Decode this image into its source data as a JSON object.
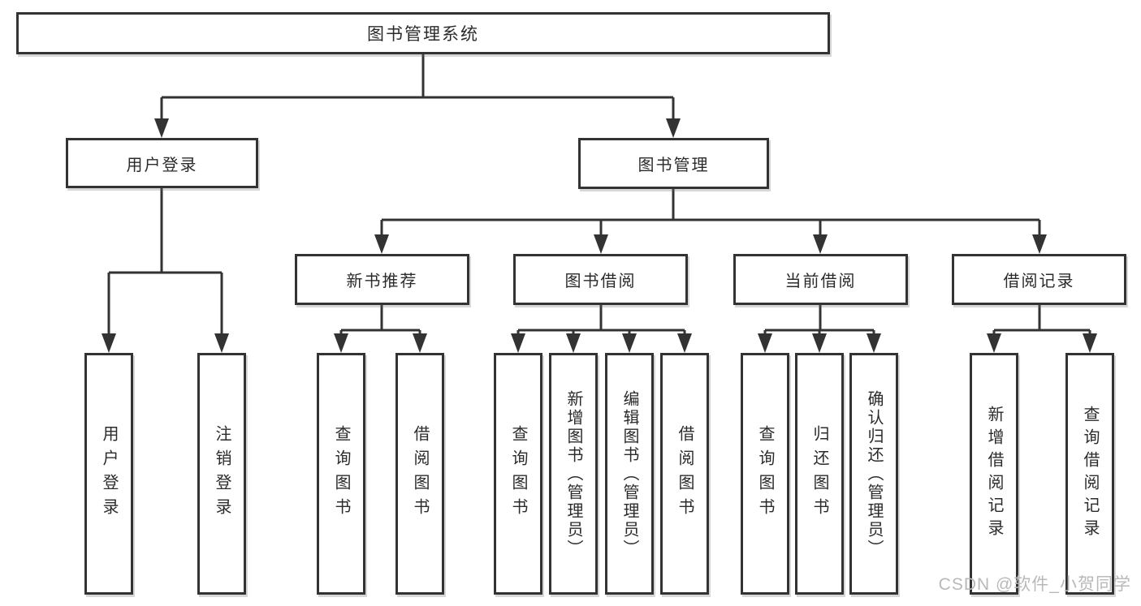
{
  "tree": {
    "root": {
      "label": "图书管理系统"
    },
    "children": [
      {
        "label": "用户登录",
        "children": [
          {
            "label": "用户登录"
          },
          {
            "label": "注销登录"
          }
        ]
      },
      {
        "label": "图书管理",
        "children": [
          {
            "label": "新书推荐",
            "children": [
              {
                "label": "查询图书"
              },
              {
                "label": "借阅图书"
              }
            ]
          },
          {
            "label": "图书借阅",
            "children": [
              {
                "label": "查询图书"
              },
              {
                "label": "新增图书（管理员）"
              },
              {
                "label": "编辑图书（管理员）"
              },
              {
                "label": "借阅图书"
              }
            ]
          },
          {
            "label": "当前借阅",
            "children": [
              {
                "label": "查询图书"
              },
              {
                "label": "归还图书"
              },
              {
                "label": "确认归还（管理员）"
              }
            ]
          },
          {
            "label": "借阅记录",
            "children": [
              {
                "label": "新增借阅记录"
              },
              {
                "label": "查询借阅记录"
              }
            ]
          }
        ]
      }
    ]
  },
  "watermark": {
    "text": "CSDN @软件_小贺同学"
  },
  "colors": {
    "line": "#333333",
    "text": "#2b2b2b",
    "box_background": "#ffffff",
    "page_background": "#ffffff",
    "watermark": "#b9b9b9"
  }
}
